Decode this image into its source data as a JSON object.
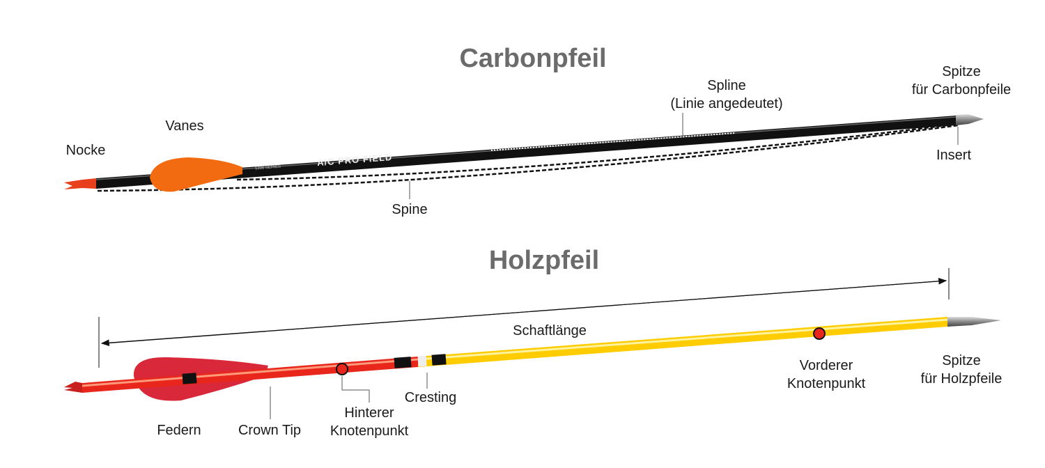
{
  "carbon": {
    "title": "Carbonpfeil",
    "shaft_brand": "A/C PRO FIELD",
    "shaft_series": "1206 SERIES",
    "labels": {
      "nocke": "Nocke",
      "vanes": "Vanes",
      "spline_1": "Spline",
      "spline_2": "(Linie angedeutet)",
      "spitze_1": "Spitze",
      "spitze_2": "für Carbonpfeile",
      "insert": "Insert",
      "spine": "Spine"
    },
    "colors": {
      "vane": "#f26b10",
      "nock": "#e8401c",
      "shaft": "#111111"
    }
  },
  "wood": {
    "title": "Holzpfeil",
    "labels": {
      "schaftlaenge": "Schaftlänge",
      "vorderer_1": "Vorderer",
      "vorderer_2": "Knotenpunkt",
      "spitze_1": "Spitze",
      "spitze_2": "für Holzpfeile",
      "federn": "Federn",
      "crown_tip": "Crown Tip",
      "hinterer_1": "Hinterer",
      "hinterer_2": "Knotenpunkt",
      "cresting": "Cresting"
    },
    "colors": {
      "feather": "#d8283a",
      "rear_shaft": "#e8261c",
      "front_shaft": "#ffcc00"
    }
  }
}
